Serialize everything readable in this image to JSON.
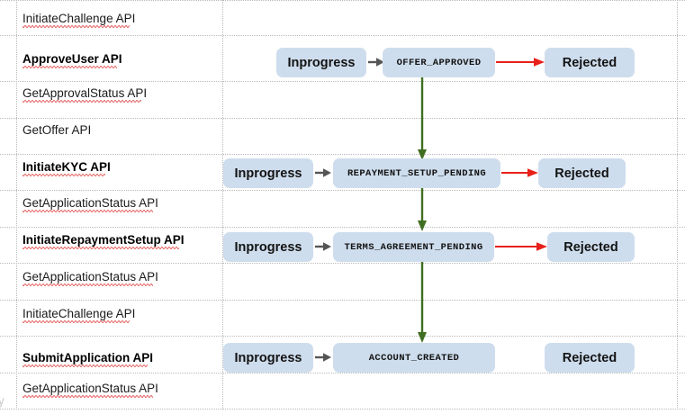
{
  "colors": {
    "node_fill": "#cedded",
    "grid_line": "#b9b9b9",
    "arrow_gray": "#555555",
    "arrow_red": "#e8201a",
    "arrow_green": "#3f6e21",
    "spellcheck_underline": "#e86a6a",
    "page_background": "#ffffff"
  },
  "api_rows": [
    {
      "label": "InitiateChallenge API",
      "bold": false,
      "spellcheck": true
    },
    {
      "label": "ApproveUser API",
      "bold": true,
      "spellcheck": true
    },
    {
      "label": "GetApprovalStatus API",
      "bold": false,
      "spellcheck": true
    },
    {
      "label": "GetOffer API",
      "bold": false,
      "spellcheck": false
    },
    {
      "label": "InitiateKYC API",
      "bold": true,
      "spellcheck": true
    },
    {
      "label": "GetApplicationStatus API",
      "bold": false,
      "spellcheck": true
    },
    {
      "label": "InitiateRepaymentSetup API",
      "bold": true,
      "spellcheck": true
    },
    {
      "label": "GetApplicationStatus API",
      "bold": false,
      "spellcheck": true
    },
    {
      "label": "InitiateChallenge API",
      "bold": false,
      "spellcheck": true
    },
    {
      "label": "SubmitApplication API",
      "bold": true,
      "spellcheck": true
    },
    {
      "label": "GetApplicationStatus API",
      "bold": false,
      "spellcheck": true
    }
  ],
  "flow": {
    "stages": [
      {
        "api": "ApproveUser API",
        "inprogress_label": "Inprogress",
        "state_label": "OFFER_APPROVED",
        "rejected_label": "Rejected",
        "has_reject_arrow": true,
        "green_in": false,
        "green_out": true
      },
      {
        "api": "InitiateKYC API",
        "inprogress_label": "Inprogress",
        "state_label": "REPAYMENT_SETUP_PENDING",
        "rejected_label": "Rejected",
        "has_reject_arrow": true,
        "green_in": true,
        "green_out": true
      },
      {
        "api": "InitiateRepaymentSetup API",
        "inprogress_label": "Inprogress",
        "state_label": "TERMS_AGREEMENT_PENDING",
        "rejected_label": "Rejected",
        "has_reject_arrow": true,
        "green_in": true,
        "green_out": true
      },
      {
        "api": "SubmitApplication API",
        "inprogress_label": "Inprogress",
        "state_label": "ACCOUNT_CREATED",
        "rejected_label": "Rejected",
        "has_reject_arrow": false,
        "green_in": true,
        "green_out": false
      }
    ]
  },
  "stray_text": "y"
}
